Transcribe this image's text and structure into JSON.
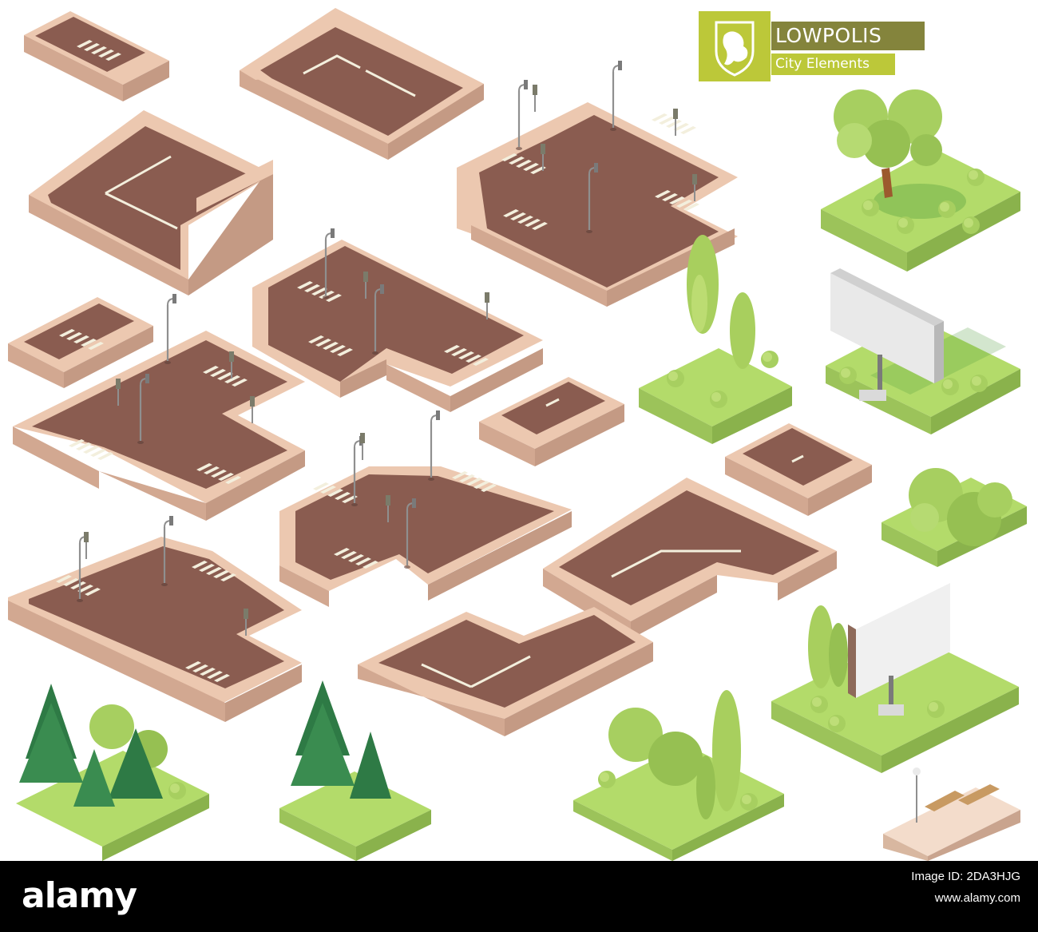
{
  "logo": {
    "title": "LOWPOLIS",
    "subtitle": "City Elements",
    "emblem": "lion-shield-icon"
  },
  "footer": {
    "brand": "alamy",
    "image_id": "Image ID: 2DA3HJG",
    "url": "www.alamy.com"
  },
  "colors": {
    "road": "#8a5c50",
    "road_side": "#6e4940",
    "curb_top": "#ecc8b0",
    "curb_side": "#d2a891",
    "grass_top": "#b3db6a",
    "grass_side": "#9cc35a",
    "crosswalk": "#f3efdd",
    "tree_leaf": "#a7cf60",
    "fir": "#2e7a45",
    "brand_green": "#bcc839",
    "brand_olive": "#84843c",
    "footer_bg": "#000000"
  }
}
